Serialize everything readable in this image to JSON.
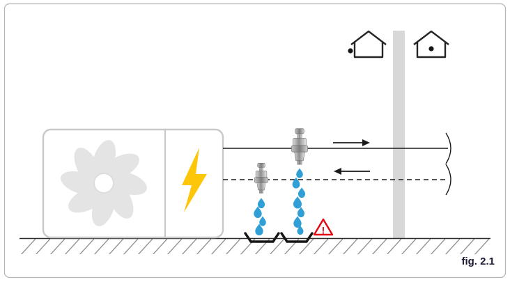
{
  "figure": {
    "label": "fig. 2.1",
    "warning_exclamation": "!"
  },
  "colors": {
    "lightning": "#fdc608",
    "droplet": "#2f9fd6",
    "warning": "#e30613",
    "wall": "#d8d8d8",
    "fan": "#e4e4e4",
    "line": "#1a1a1a",
    "unit_outline": "#c9c9c9",
    "fig_text": "#1c1b33"
  },
  "icons": [
    "heat-pump-unit",
    "fan-icon",
    "lightning-icon",
    "drain-valve-icon",
    "water-drops-icon",
    "drip-tray-icon",
    "warning-triangle-icon",
    "house-outdoor-icon",
    "house-indoor-icon",
    "wall",
    "flow-arrow-right-icon",
    "return-arrow-left-icon",
    "pipe-break-icon",
    "ground-hatching"
  ]
}
